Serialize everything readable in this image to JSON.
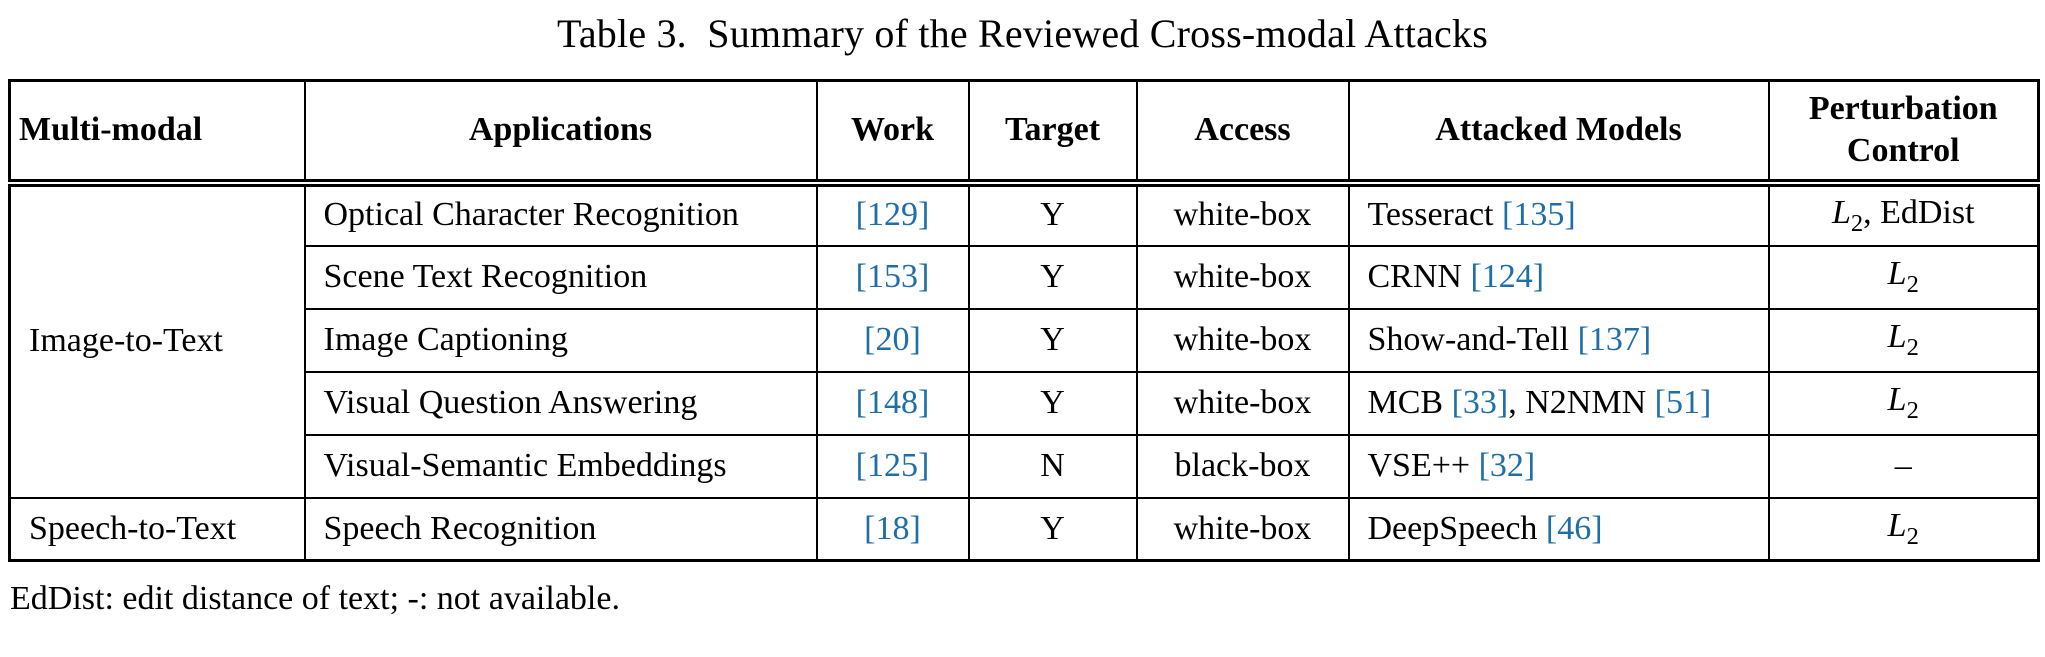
{
  "title": "Table 3.  Summary of the Reviewed Cross-modal Attacks",
  "footnote": "EdDist: edit distance of text; -: not available.",
  "colors": {
    "citation_blue": "#1E6EAA",
    "text": "#000000",
    "border": "#000000",
    "background": "#FFFFFF"
  },
  "table": {
    "headers": [
      "Multi-modal",
      "Applications",
      "Work",
      "Target",
      "Access",
      "Attacked Models",
      "Perturbation Control"
    ],
    "groups": [
      {
        "modality": "Image-to-Text",
        "rows": [
          {
            "application": "Optical Character Recognition",
            "work_citation": "[129]",
            "target": "Y",
            "access": "white-box",
            "attacked_models": [
              {
                "text": "Tesseract "
              },
              {
                "cite": "[135]"
              }
            ],
            "perturbation_control": [
              {
                "base": "L",
                "sub": "2"
              },
              {
                "text": ", EdDist"
              }
            ]
          },
          {
            "application": "Scene Text Recognition",
            "work_citation": "[153]",
            "target": "Y",
            "access": "white-box",
            "attacked_models": [
              {
                "text": "CRNN "
              },
              {
                "cite": "[124]"
              }
            ],
            "perturbation_control": [
              {
                "base": "L",
                "sub": "2"
              }
            ]
          },
          {
            "application": "Image Captioning",
            "work_citation": "[20]",
            "target": "Y",
            "access": "white-box",
            "attacked_models": [
              {
                "text": "Show-and-Tell "
              },
              {
                "cite": "[137]"
              }
            ],
            "perturbation_control": [
              {
                "base": "L",
                "sub": "2"
              }
            ]
          },
          {
            "application": "Visual Question Answering",
            "work_citation": "[148]",
            "target": "Y",
            "access": "white-box",
            "attacked_models": [
              {
                "text": "MCB "
              },
              {
                "cite": "[33]"
              },
              {
                "text": ", N2NMN "
              },
              {
                "cite": "[51]"
              }
            ],
            "perturbation_control": [
              {
                "base": "L",
                "sub": "2"
              }
            ]
          },
          {
            "application": "Visual-Semantic Embeddings",
            "work_citation": "[125]",
            "target": "N",
            "access": "black-box",
            "attacked_models": [
              {
                "text": "VSE++ "
              },
              {
                "cite": "[32]"
              }
            ],
            "perturbation_control": [
              {
                "text": "–"
              }
            ]
          }
        ]
      },
      {
        "modality": "Speech-to-Text",
        "rows": [
          {
            "application": "Speech Recognition",
            "work_citation": "[18]",
            "target": "Y",
            "access": "white-box",
            "attacked_models": [
              {
                "text": "DeepSpeech "
              },
              {
                "cite": "[46]"
              }
            ],
            "perturbation_control": [
              {
                "base": "L",
                "sub": "2"
              }
            ]
          }
        ]
      }
    ]
  }
}
